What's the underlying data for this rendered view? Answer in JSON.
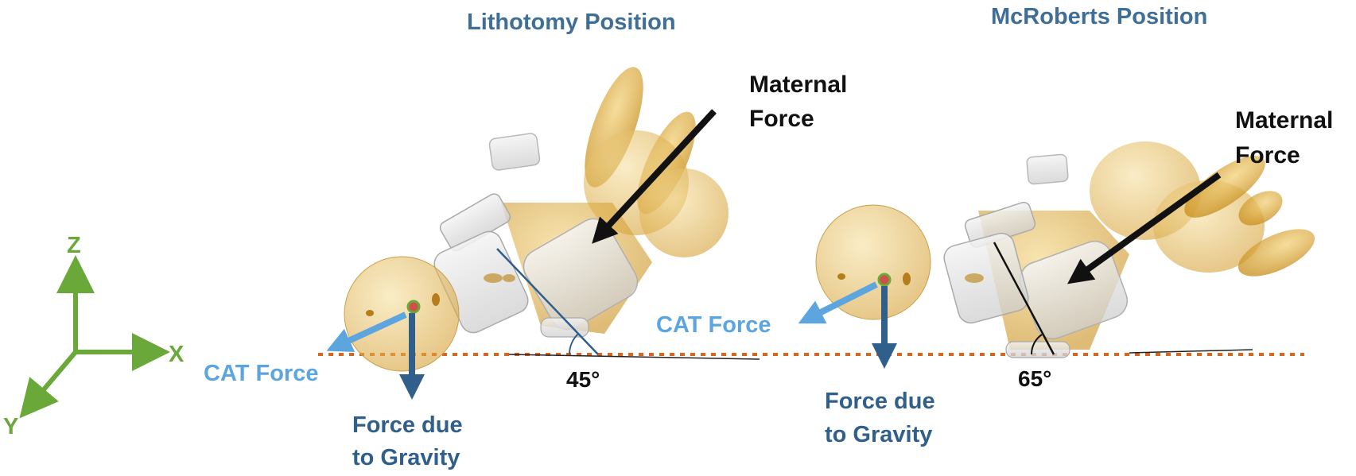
{
  "panels": [
    {
      "title": "Lithotomy Position",
      "maternal_force": [
        "Maternal",
        "Force"
      ],
      "cat_force": "CAT Force",
      "gravity_force": [
        "Force due",
        "to Gravity"
      ],
      "angle": "45°"
    },
    {
      "title": "McRoberts Position",
      "maternal_force": [
        "Maternal",
        "Force"
      ],
      "cat_force": "CAT Force",
      "gravity_force": [
        "Force due",
        "to Gravity"
      ],
      "angle": "65°"
    }
  ],
  "axes": {
    "x": "X",
    "y": "Y",
    "z": "Z"
  },
  "colors": {
    "axis_green": "#6aa83a",
    "cat_blue": "#5ca5de",
    "gravity_blue": "#2f5f8a",
    "floor_orange": "#d9661f",
    "body_gold": "#d9a73a",
    "title_blue": "#3f6f97"
  }
}
